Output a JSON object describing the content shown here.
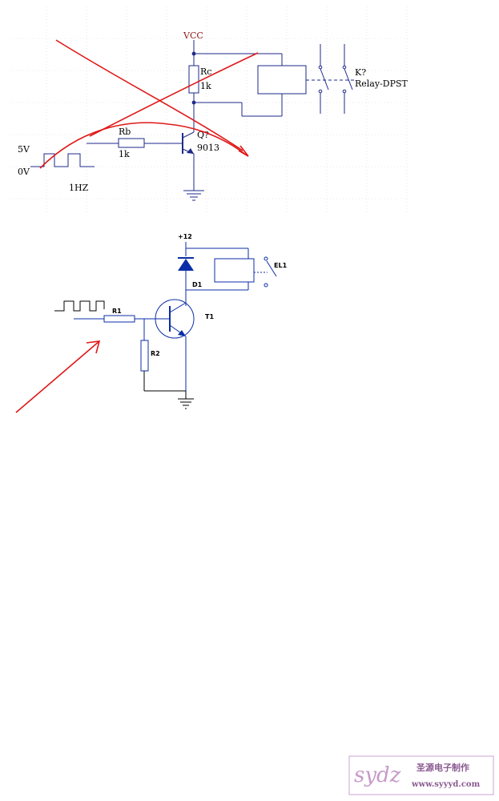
{
  "diagram1": {
    "vcc": "VCC",
    "rc": "Rc",
    "rc_value": "1k",
    "rb": "Rb",
    "rb_value": "1k",
    "transistor": "Q?",
    "transistor_model": "9013",
    "relay": "K?",
    "relay_type": "Relay-DPST",
    "input_high": "5V",
    "input_low": "0V",
    "frequency": "1HZ"
  },
  "diagram2": {
    "supply": "+12",
    "diode": "D1",
    "relay": "EL1",
    "r1": "R1",
    "r2": "R2",
    "transistor": "T1"
  },
  "watermark": {
    "logo": "sydz",
    "name": "圣源电子制作",
    "url": "www.syyyd.com"
  },
  "colors": {
    "wire": "#1e2a8a",
    "annotation": "#e01818",
    "label_red": "#8b1a1a",
    "watermark": "#b377b3"
  }
}
